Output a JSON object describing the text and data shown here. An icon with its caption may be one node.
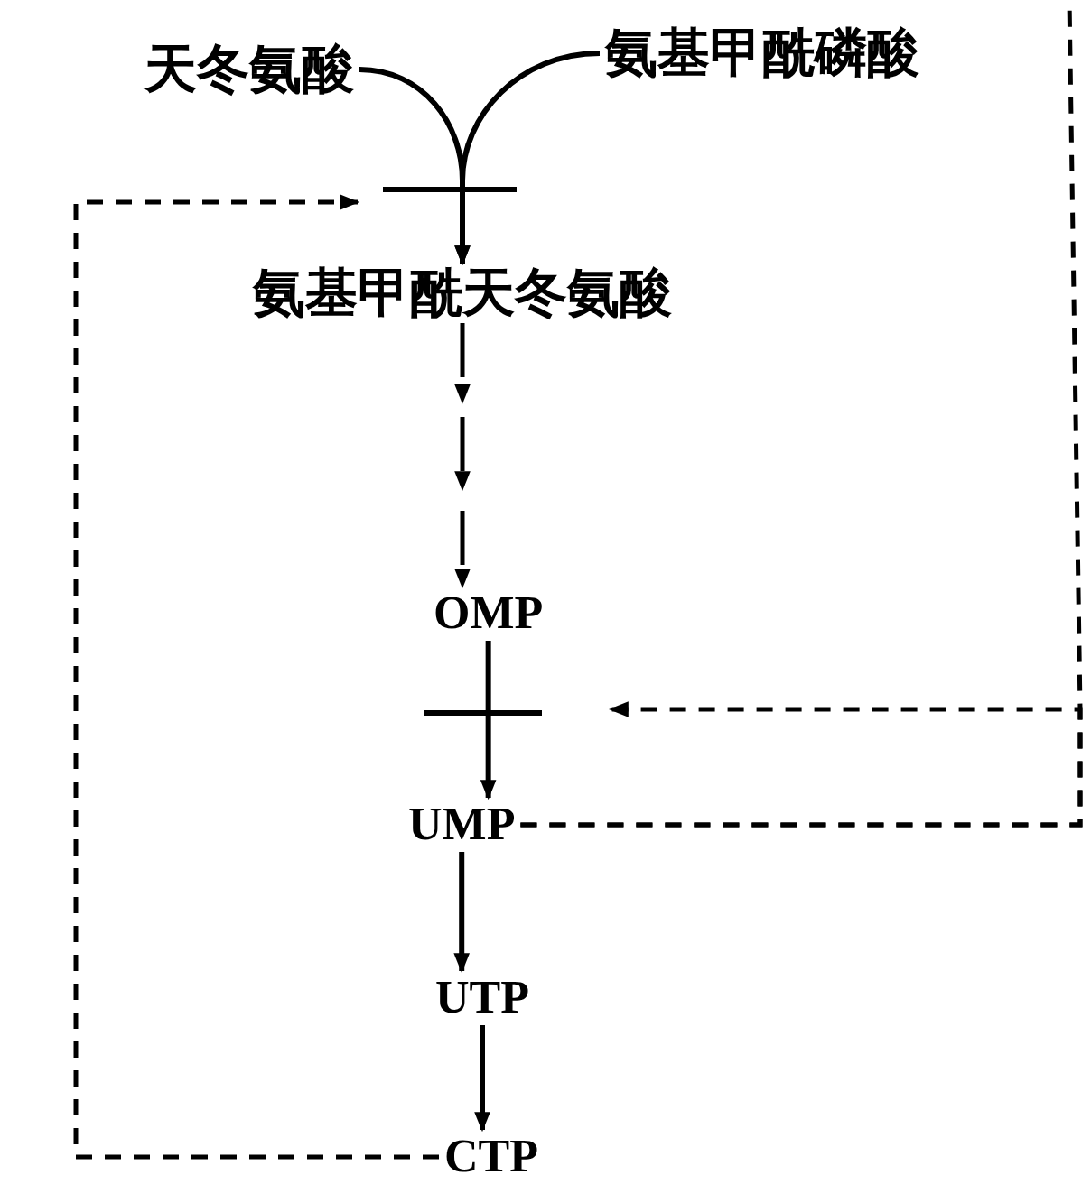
{
  "diagram": {
    "nodes": [
      {
        "text": [
          "天冬氨酸"
        ]
      },
      {
        "text": [
          "氨基甲酰磷酸"
        ]
      },
      {
        "text": [
          "氨基甲酰天冬氨酸"
        ]
      },
      {
        "text": [
          "OMP"
        ]
      },
      {
        "text": [
          "UMP"
        ]
      },
      {
        "text": [
          "UTP"
        ]
      },
      {
        "text": [
          "CTP"
        ]
      }
    ],
    "edges": [
      {
        "from": 0,
        "to": 2,
        "arrow": "to"
      },
      {
        "from": 1,
        "to": 2,
        "arrow": "to"
      },
      {
        "from": 2,
        "to": 3,
        "arrow": "to",
        "style": "dashed"
      },
      {
        "from": 3,
        "to": 4,
        "arrow": "to"
      },
      {
        "from": 4,
        "to": 5,
        "arrow": "to"
      },
      {
        "from": 5,
        "to": 6,
        "arrow": "to"
      },
      {
        "from": 6,
        "to": 2,
        "arrow": "to",
        "style": "dashed"
      },
      {
        "from": 4,
        "to": null,
        "arrow": "to",
        "style": "dashed"
      },
      {
        "from": 4,
        "to": null,
        "arrow": "none",
        "style": "dashed"
      }
    ]
  }
}
